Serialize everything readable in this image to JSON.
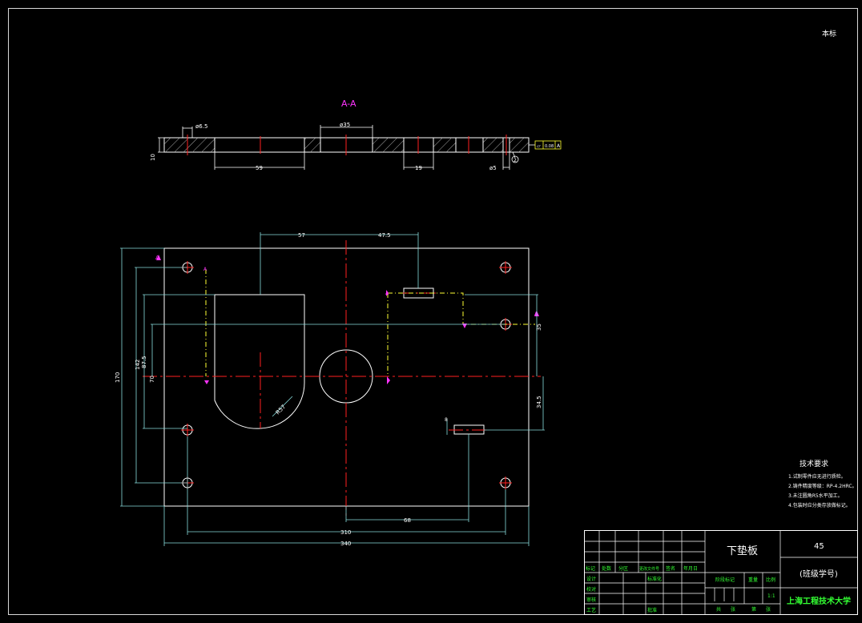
{
  "corner_mark": "本标",
  "section": {
    "title": "A-A",
    "dims": {
      "d1": "ø6.5",
      "d2": "ø35",
      "thick": "10",
      "w1": "59",
      "w2": "19",
      "d3": "ø5"
    },
    "flatness": {
      "sym": "▱",
      "tol": "0.08",
      "datum": "A"
    },
    "weld_mark": "2"
  },
  "plan": {
    "dims": {
      "top_left": "57",
      "top_right": "47.5",
      "left_outer": "170",
      "left_mid": "142",
      "left_inner": "87.5",
      "left_small": "70",
      "right_upper": "35",
      "right_lower": "34.5",
      "bottom_inner": "310",
      "bottom_outer": "340",
      "bottom_mid": "68",
      "radius": "R57",
      "small_w": "8"
    },
    "section_marks": [
      "A",
      "A",
      "A",
      "A"
    ]
  },
  "notes": {
    "title": "技术要求",
    "items": [
      "1.试制零件应无进行质检。",
      "2.铸件精度等级：RP-4.2HRC。",
      "3.未注圆角R5水平加工。",
      "4.包装时应分类存放做标记。"
    ]
  },
  "title_block": {
    "part_name": "下垫板",
    "material": "45",
    "class_id": "(班级学号)",
    "school": "上海工程技术大学",
    "row_labels": [
      "标记",
      "处数",
      "分区",
      "更改文件号",
      "签名",
      "年月日"
    ],
    "design": "设计",
    "standardize": "标准化",
    "proof": "校对",
    "review": "审核",
    "process": "工艺",
    "approve": "批准",
    "stage_mark": "阶段标记",
    "weight": "重量",
    "scale": "比例",
    "scale_val": "1:1",
    "total": "共",
    "sheets": "张",
    "page": "第",
    "sheet": "张"
  }
}
